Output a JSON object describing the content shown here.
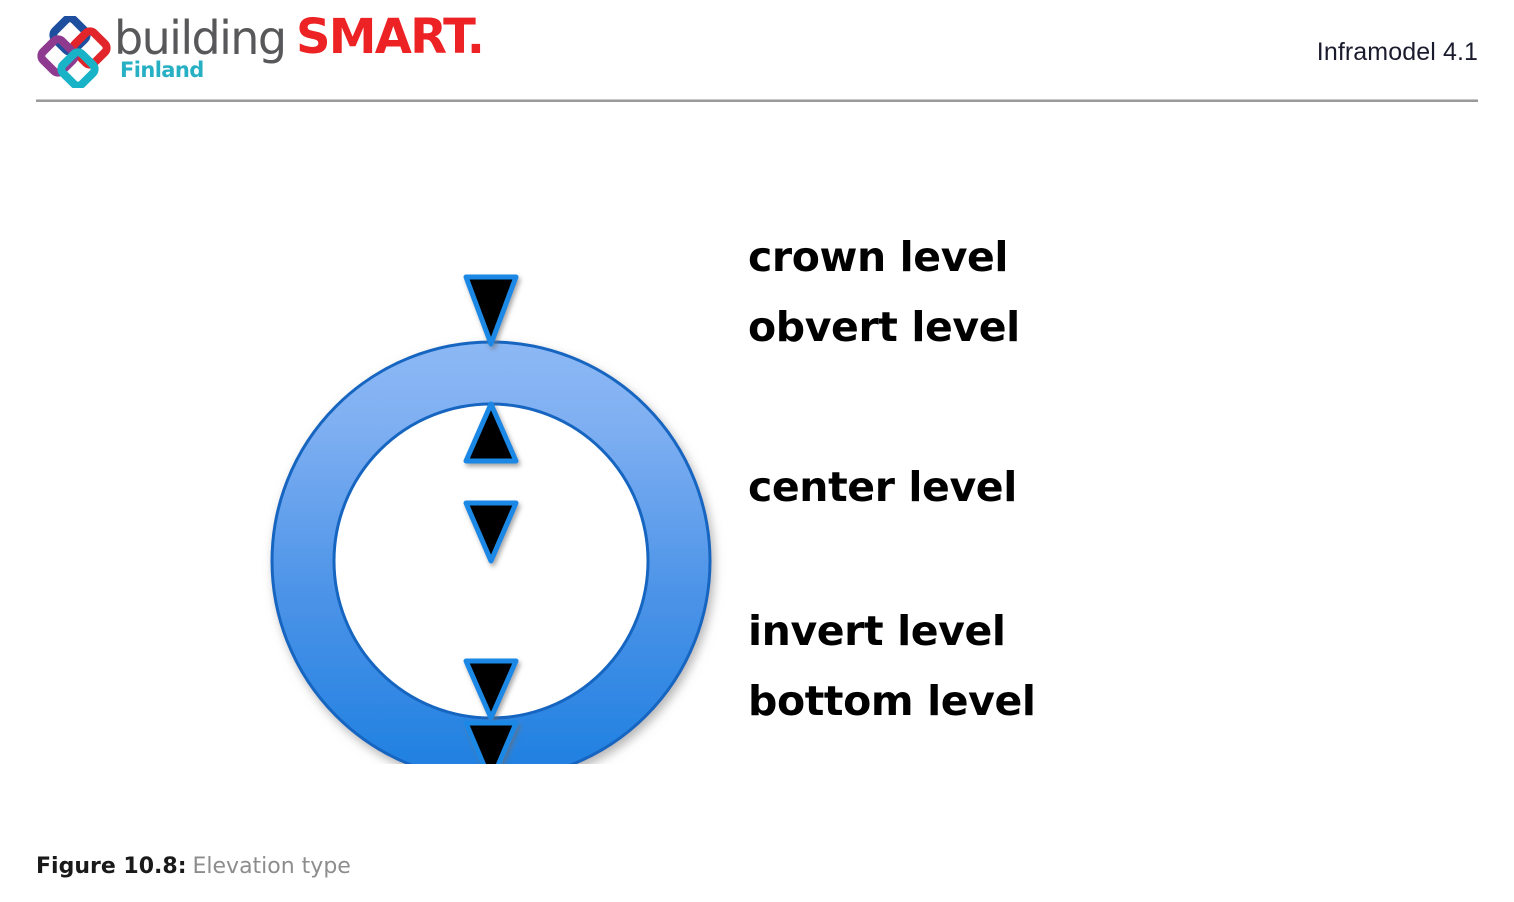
{
  "header": {
    "brand": {
      "logo_icon": "buildingsmart-interlocking-squares-logo",
      "wordmark_part1": "building",
      "wordmark_part2": "SMART.",
      "chapter": "Finland",
      "colors": {
        "building_gray": "#58585a",
        "smart_red": "#ed2224",
        "finland_teal": "#27b0c4",
        "square_blue": "#1d4f9e",
        "square_red": "#e1252b",
        "square_purple": "#8e3a8e",
        "square_teal": "#18b3c6"
      }
    },
    "document_title": "Inframodel 4.1",
    "rule_color": "#9a9a9a"
  },
  "figure": {
    "diagram_name": "pipe-cross-section-elevation-levels",
    "ring": {
      "gradient_top": "#80b0f2",
      "gradient_bottom": "#1d7fe0",
      "stroke": "#1565c0",
      "inner_fill": "#ffffff"
    },
    "marker_fill": "#000000",
    "marker_stroke": "#1e88e5",
    "markers": [
      {
        "name": "crown-level-marker",
        "direction": "down",
        "position": "above-outer-circle-top"
      },
      {
        "name": "obvert-level-marker",
        "direction": "up",
        "position": "at-inner-circle-top"
      },
      {
        "name": "center-level-marker",
        "direction": "down",
        "position": "at-circle-center"
      },
      {
        "name": "invert-level-marker",
        "direction": "down",
        "position": "at-inner-circle-bottom"
      },
      {
        "name": "bottom-level-marker",
        "direction": "down",
        "position": "at-outer-circle-bottom"
      }
    ],
    "label_groups": [
      {
        "name": "top-levels",
        "lines": [
          "crown level",
          "obvert level"
        ]
      },
      {
        "name": "center-levels",
        "lines": [
          "center level"
        ]
      },
      {
        "name": "bottom-levels",
        "lines": [
          "invert level",
          "bottom level"
        ]
      }
    ]
  },
  "caption": {
    "label": "Figure 10.8:",
    "text": "Elevation type"
  }
}
